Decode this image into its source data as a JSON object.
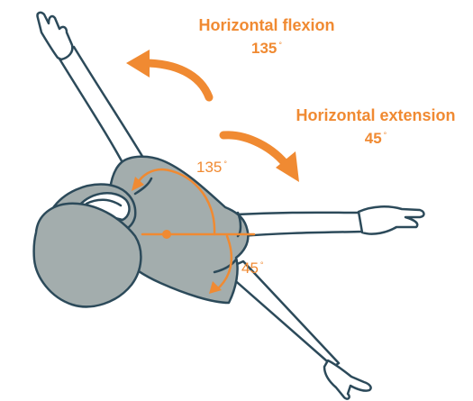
{
  "colors": {
    "accent": "#f08a32",
    "outline": "#2c4a5a",
    "shirt": "#a3adad",
    "skin": "#ffffff"
  },
  "labels": {
    "flexion_title": "Horizontal flexion",
    "flexion_value": "135",
    "extension_title": "Horizontal extension",
    "extension_value": "45",
    "inner_flexion_value": "135",
    "inner_extension_value": "45",
    "degree_symbol": "°"
  }
}
